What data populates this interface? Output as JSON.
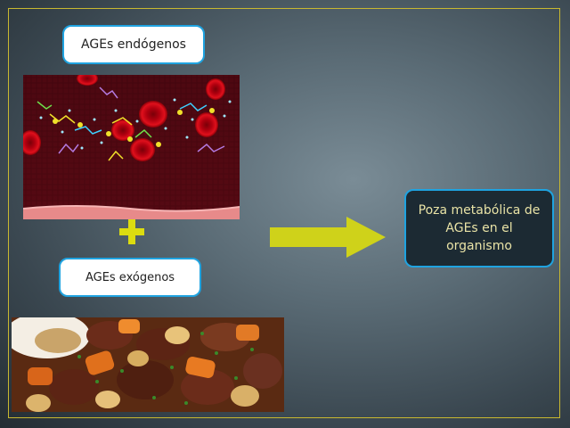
{
  "labels": {
    "endogenous": "AGEs endógenos",
    "exogenous": "AGEs exógenos",
    "pool": "Poza metabólica de AGEs en el organismo"
  },
  "icons": {
    "plus": "plus-icon",
    "arrow": "right-arrow-icon"
  },
  "colors": {
    "background_center": "#7a8c96",
    "background_edge": "#242d33",
    "frame_border": "#c8b830",
    "box_border": "#1fa3e0",
    "plus_fill": "#dcdc10",
    "arrow_fill": "#cfd21a",
    "pool_text": "#e9e3a6"
  }
}
